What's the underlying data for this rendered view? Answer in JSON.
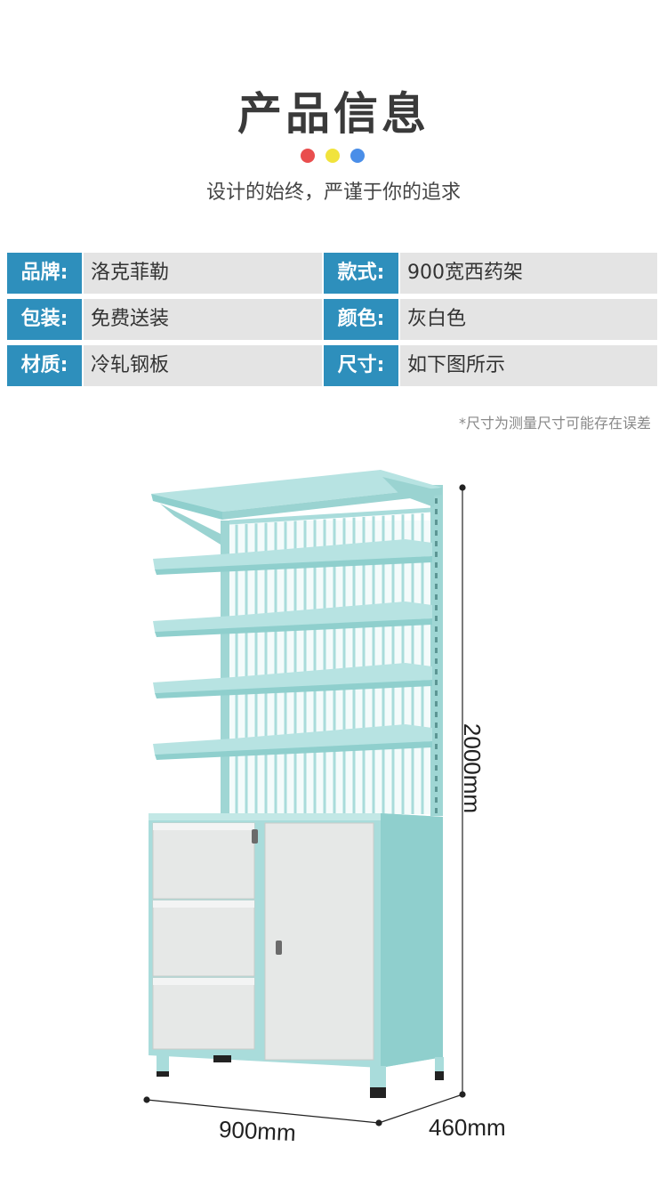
{
  "header": {
    "title": "产品信息",
    "subtitle": "设计的始终，严谨于你的追求",
    "dot_colors": [
      "#e94e4e",
      "#f1e33c",
      "#4a8ee8"
    ]
  },
  "specs": [
    {
      "label1": "品牌:",
      "value1": "洛克菲勒",
      "label2": "款式:",
      "value2": "900宽西药架"
    },
    {
      "label1": "包装:",
      "value1": "免费送装",
      "label2": "颜色:",
      "value2": "灰白色"
    },
    {
      "label1": "材质:",
      "value1": "冷轧钢板",
      "label2": "尺寸:",
      "value2": "如下图所示"
    }
  ],
  "note": "*尺寸为测量尺寸可能存在误差",
  "dimensions": {
    "height": "2000mm",
    "width": "900mm",
    "depth": "460mm"
  },
  "colors": {
    "accent": "#2e8fbc",
    "cell_bg": "#e4e4e4",
    "frame": "#a9dcdb",
    "panel": "#e6e8e7"
  }
}
